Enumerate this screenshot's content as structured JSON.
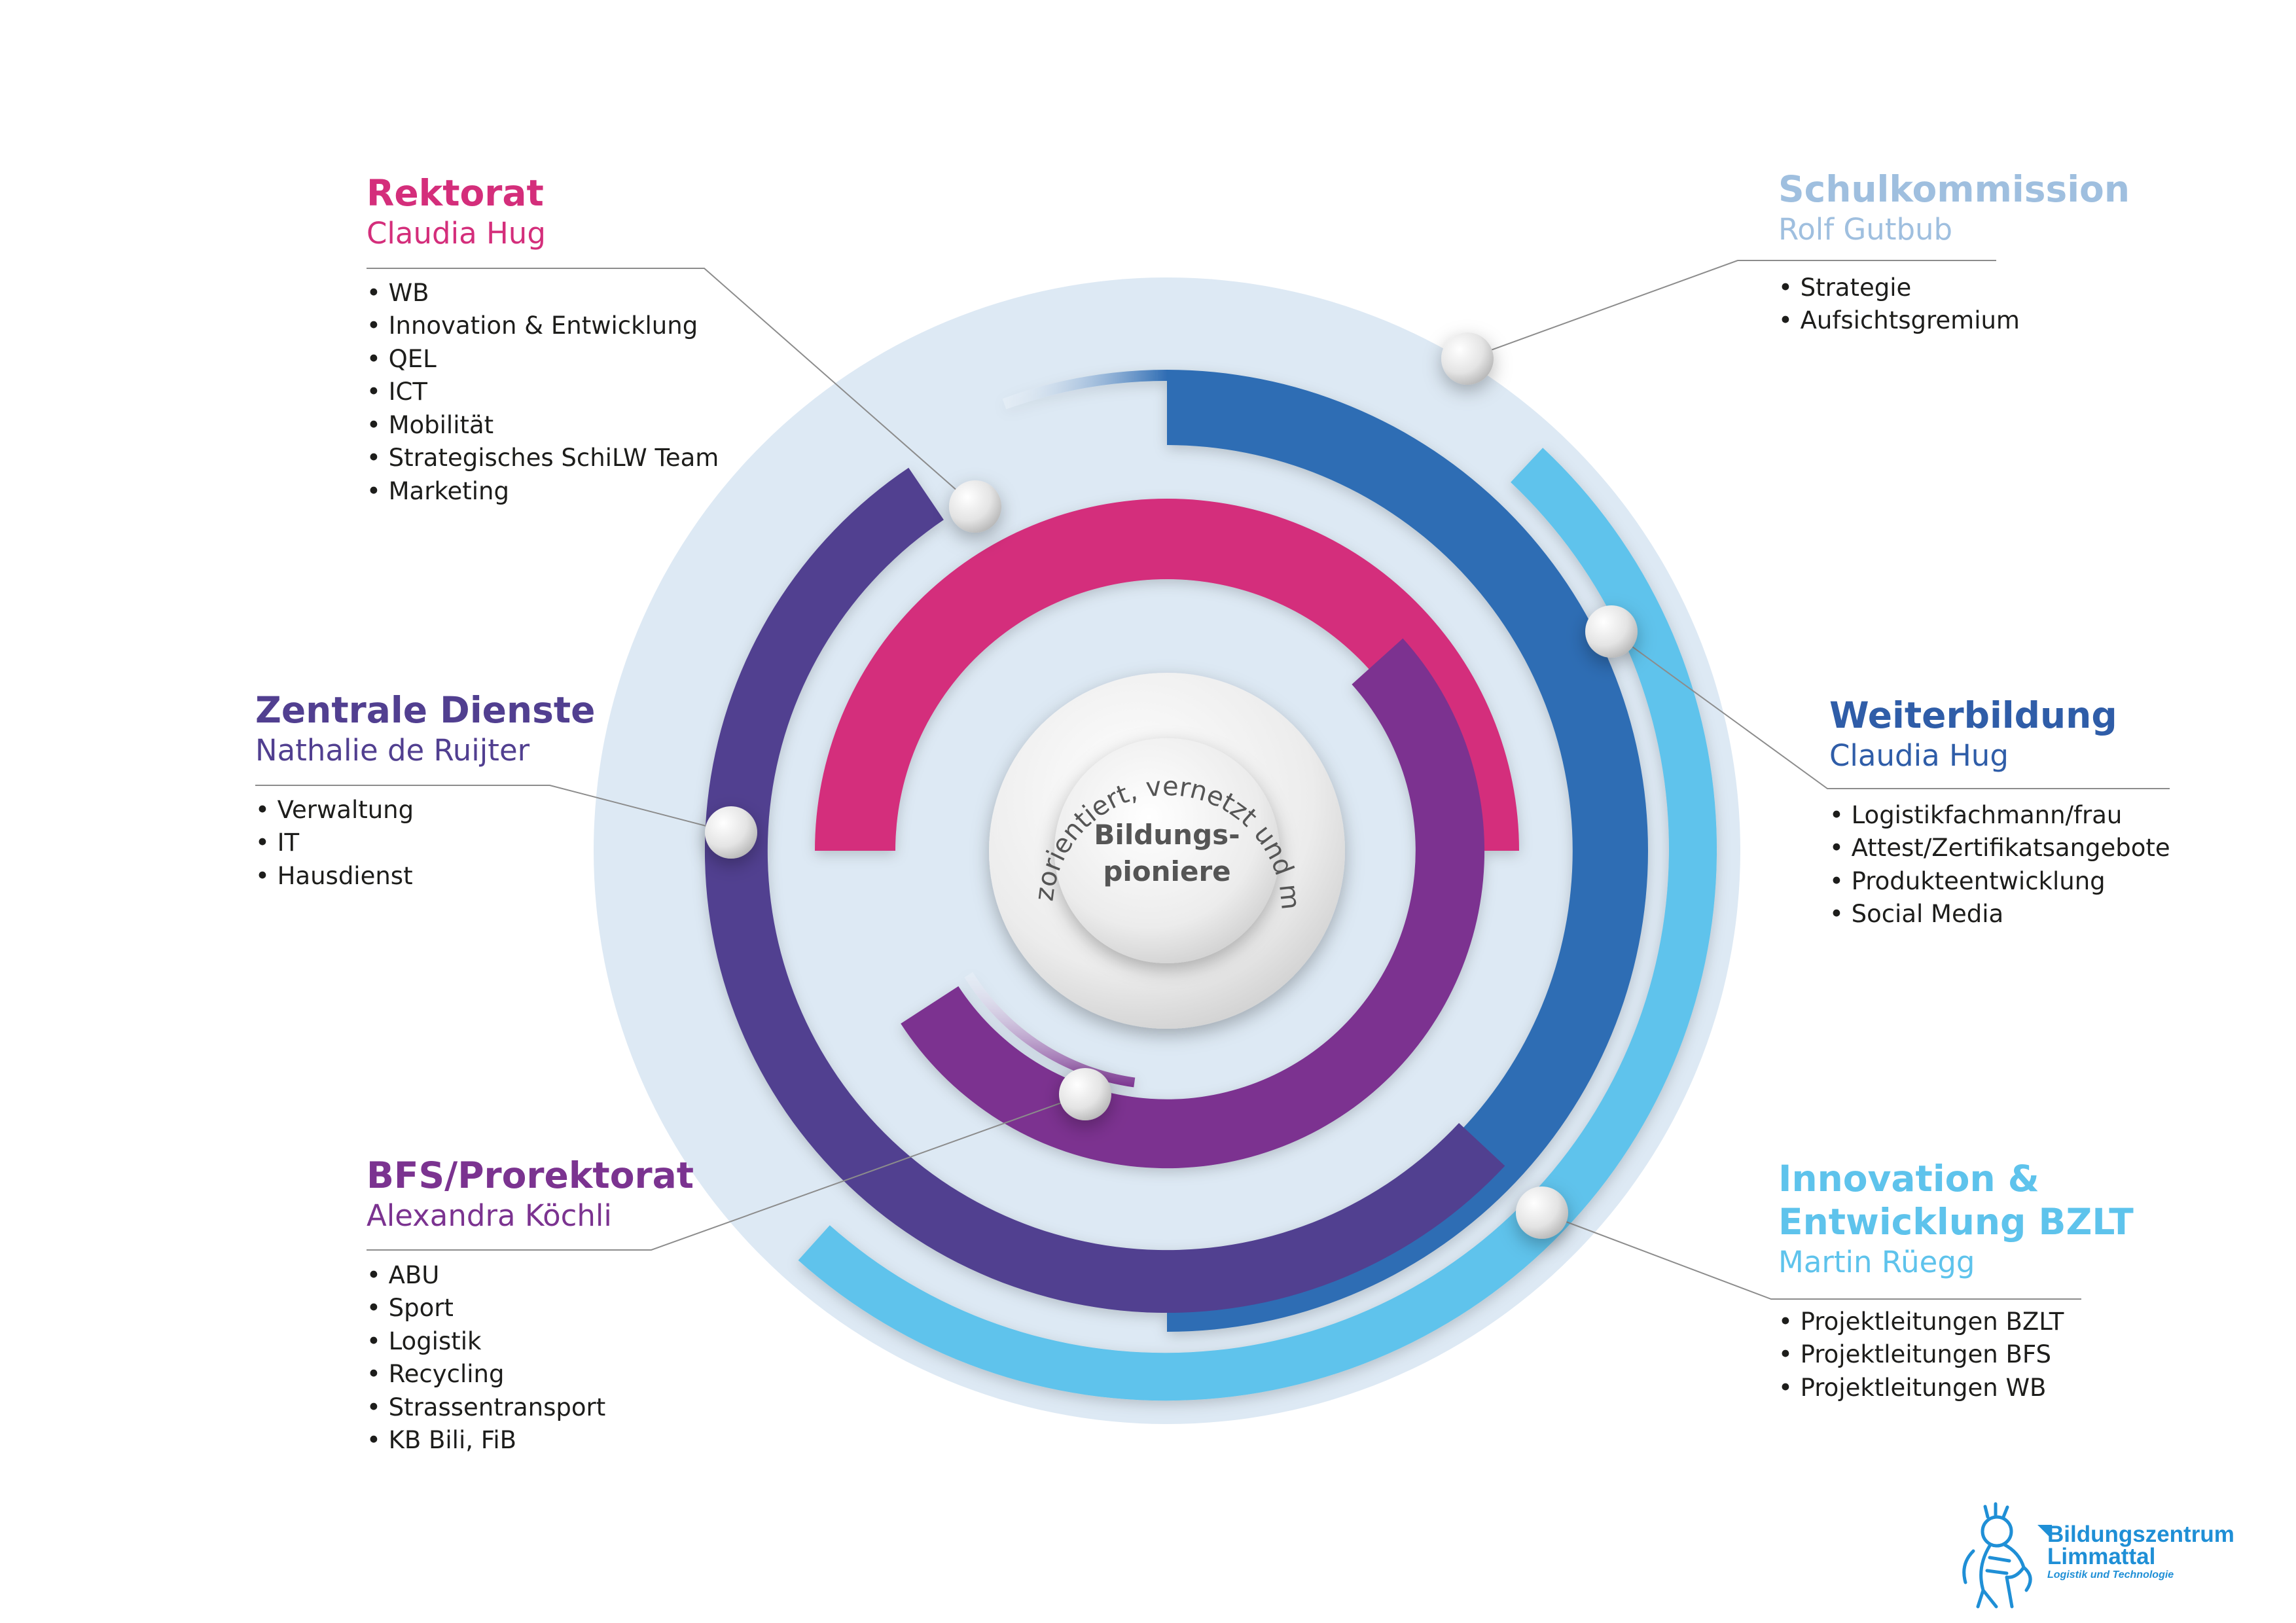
{
  "center": {
    "line1": "Bildungs-",
    "line2": "pioniere",
    "ring_text": "kompetenzorientiert, vernetzt und menschlich"
  },
  "colors": {
    "rektorat": "#d42e7b",
    "zentrale": "#513f90",
    "bfs": "#7b3390",
    "weiterbildung": "#2f6db4",
    "innovation": "#5ec3ec",
    "schulkommission": "#9fbfdf",
    "disc": "#dde9f4",
    "logo": "#1f8fd6"
  },
  "units": {
    "rektorat": {
      "title": "Rektorat",
      "person": "Claudia Hug",
      "items": [
        "WB",
        "Innovation & Entwicklung",
        "QEL",
        "ICT",
        "Mobilität",
        "Strategisches SchiLW Team",
        "Marketing"
      ]
    },
    "schulkommission": {
      "title": "Schulkommission",
      "person": "Rolf Gutbub",
      "items": [
        "Strategie",
        "Aufsichtsgremium"
      ]
    },
    "zentrale": {
      "title": "Zentrale Dienste",
      "person": "Nathalie de Ruijter",
      "items": [
        "Verwaltung",
        "IT",
        "Hausdienst"
      ]
    },
    "weiterbildung": {
      "title": "Weiterbildung",
      "person": "Claudia Hug",
      "items": [
        "Logistikfachmann/frau",
        "Attest/Zertifikatsangebote",
        "Produkteentwicklung",
        "Social Media"
      ]
    },
    "bfs": {
      "title": "BFS/Prorektorat",
      "person": "Alexandra Köchli",
      "items": [
        "ABU",
        "Sport",
        "Logistik",
        "Recycling",
        "Strassentransport",
        "KB Bili, FiB"
      ]
    },
    "innovation": {
      "title_line1": "Innovation &",
      "title_line2": "Entwicklung BZLT",
      "person": "Martin Rüegg",
      "items": [
        "Projektleitungen BZLT",
        "Projektleitungen BFS",
        "Projektleitungen WB"
      ]
    }
  },
  "logo": {
    "name1": "Bildungszentrum",
    "name2": "Limmattal",
    "tagline": "Logistik und Technologie",
    "icon": "lion-icon"
  }
}
